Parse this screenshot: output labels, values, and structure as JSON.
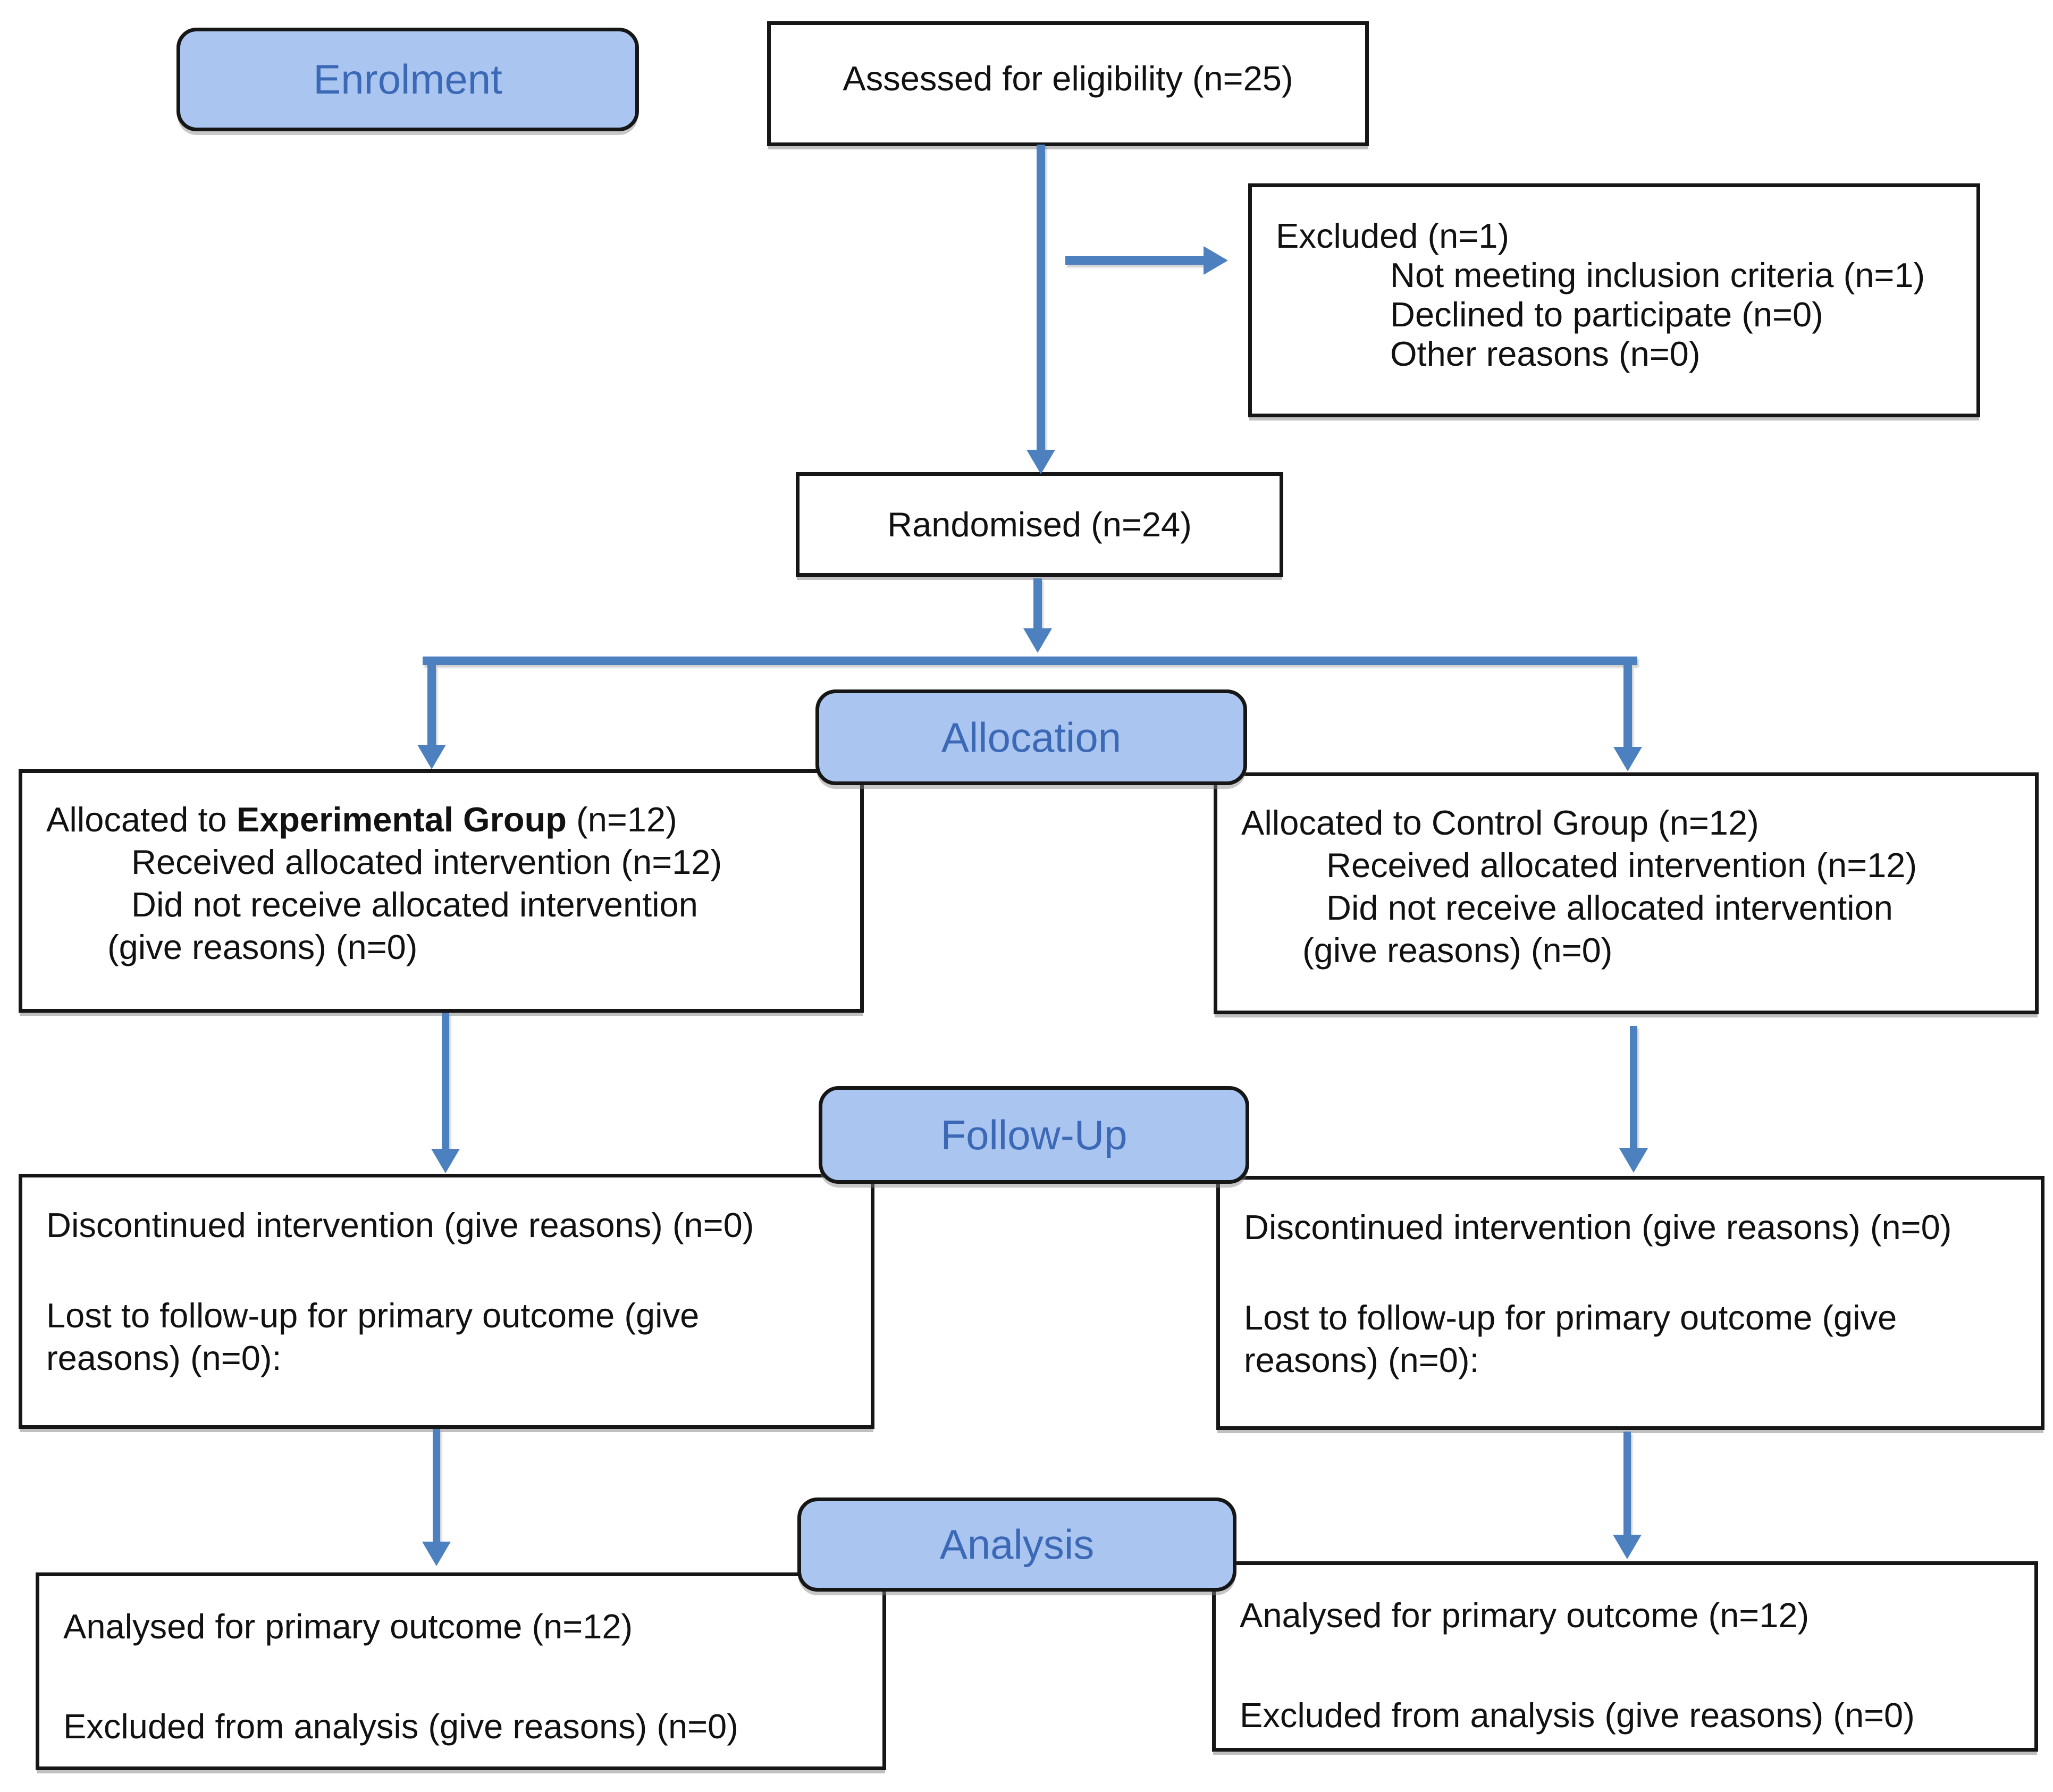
{
  "colors": {
    "label_fill": "#abc5f1",
    "label_text": "#3b69b5",
    "arrow_blue": "#4d80bf",
    "box_border": "#161616"
  },
  "stages": {
    "enrolment": "Enrolment",
    "allocation": "Allocation",
    "followup": "Follow-Up",
    "analysis": "Analysis"
  },
  "boxes": {
    "assessed": {
      "text": "Assessed for eligibility (n=25)"
    },
    "excluded": {
      "title": "Excluded (n=1)",
      "items": [
        "Not meeting inclusion criteria (n=1)",
        "Declined to participate (n=0)",
        "Other reasons (n=0)"
      ]
    },
    "randomised": {
      "text": "Randomised (n=24)"
    },
    "alloc_left": {
      "prefix": "Allocated to ",
      "group": "Experimental Group",
      "suffix": " (n=12)",
      "items": [
        "Received allocated intervention (n=12)",
        "Did not receive allocated intervention"
      ],
      "reasons": "(give reasons) (n=0)"
    },
    "alloc_right": {
      "prefix": "Allocated to ",
      "group": "Control Group",
      "suffix": " (n=12)",
      "items": [
        "Received allocated intervention (n=12)",
        "Did not receive allocated intervention"
      ],
      "reasons": "(give reasons) (n=0)"
    },
    "followup_left": {
      "line1": "Discontinued intervention (give reasons) (n=0)",
      "line2": "Lost to follow-up for primary outcome (give reasons) (n=0):"
    },
    "followup_right": {
      "line1": "Discontinued intervention (give reasons) (n=0)",
      "line2": "Lost to follow-up for primary outcome (give reasons) (n=0):"
    },
    "analysis_left": {
      "line1": "Analysed for primary outcome (n=12)",
      "line2": "Excluded from analysis (give reasons) (n=0)"
    },
    "analysis_right": {
      "line1": "Analysed for primary outcome (n=12)",
      "line2": "Excluded from analysis (give reasons) (n=0)"
    }
  }
}
